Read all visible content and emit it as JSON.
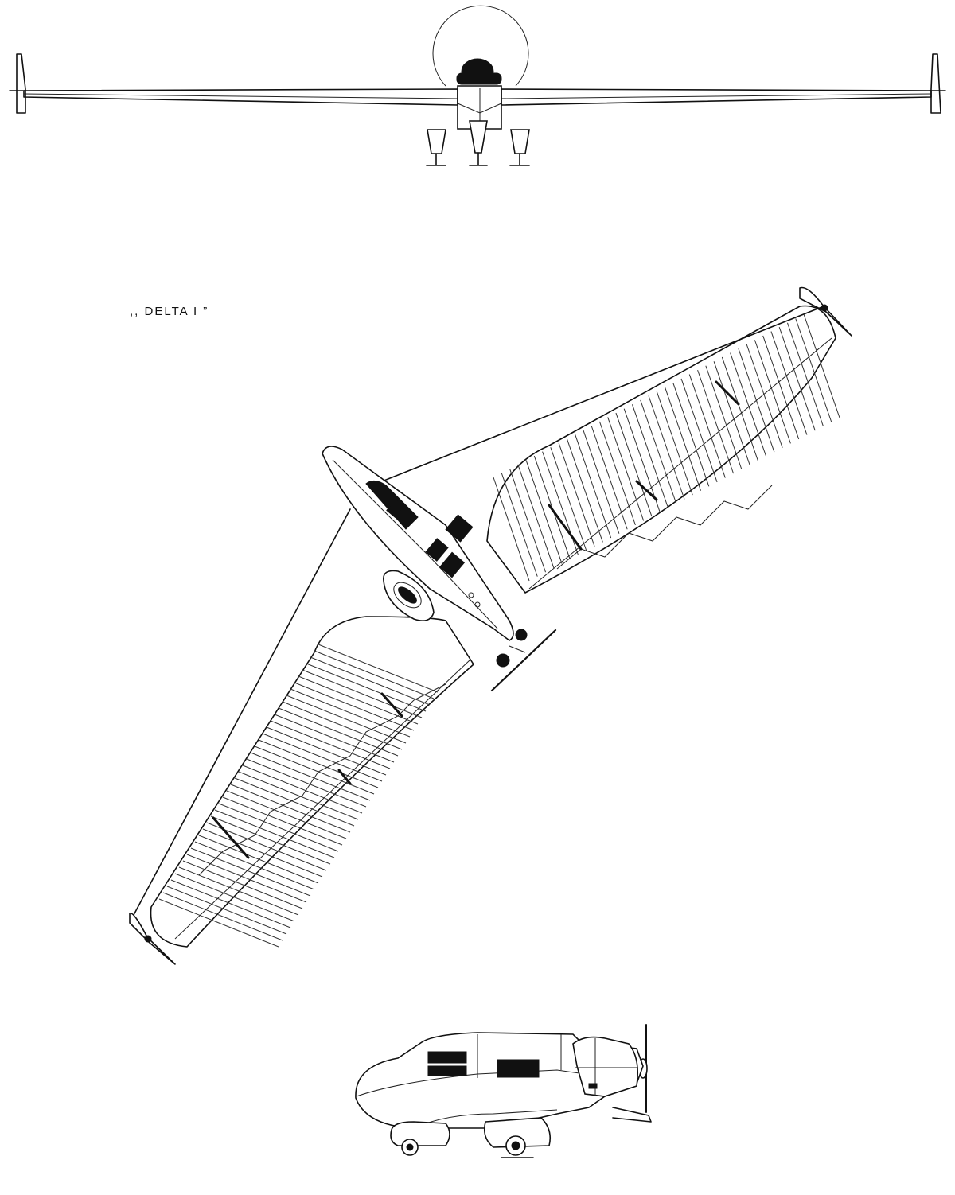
{
  "title": ",, DELTA  I ”",
  "views": [
    {
      "name": "front-view"
    },
    {
      "name": "top-view"
    },
    {
      "name": "side-view"
    }
  ],
  "colors": {
    "line": "#111111",
    "background": "#ffffff"
  }
}
